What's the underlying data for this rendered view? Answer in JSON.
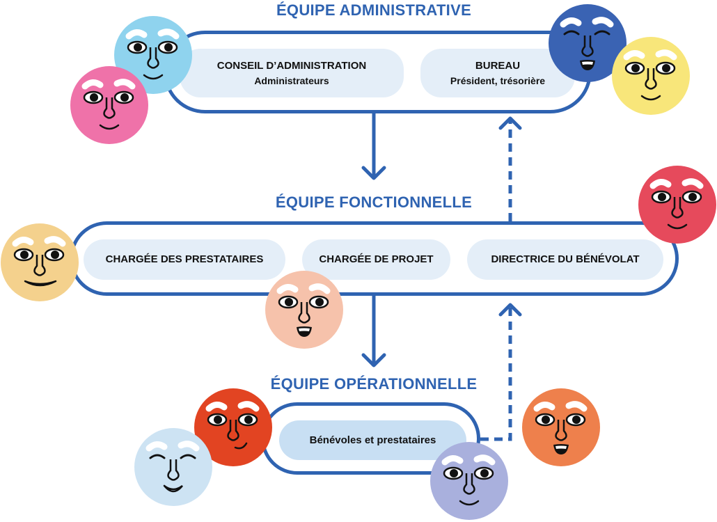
{
  "teams": {
    "administrative": {
      "title": "ÉQUIPE ADMINISTRATIVE",
      "conseil": {
        "title": "CONSEIL D’ADMINISTRATION",
        "subtitle": "Administrateurs"
      },
      "bureau": {
        "title": "BUREAU",
        "subtitle": "Président, trésorière"
      }
    },
    "fonctionnelle": {
      "title": "ÉQUIPE FONCTIONNELLE",
      "roles": [
        "CHARGÉE DES PRESTATAIRES",
        "CHARGÉE DE PROJET",
        "DIRECTRICE DU BÉNÉVOLAT"
      ]
    },
    "operationnelle": {
      "title": "ÉQUIPE OPÉRATIONNELLE",
      "members": "Bénévoles et prestataires"
    }
  },
  "colors": {
    "accent": "#2f63b1",
    "pill": "#e4eef8",
    "pill_operational": "#c8dff3",
    "faces": {
      "light-blue": "#8fd3ee",
      "pink": "#ef72a9",
      "dark-blue": "#3a63b3",
      "yellow": "#f8e67a",
      "red": "#e64a5c",
      "light-orange": "#f4d18d",
      "peach": "#f6c2ab",
      "orange-red": "#e24422",
      "pale-blue": "#cde3f3",
      "lavender": "#a9b0dd",
      "orange": "#ee804c"
    }
  },
  "icons": {
    "arrow_down": "arrow-down-icon",
    "arrow_up_dashed": "dashed-arrow-up-icon",
    "face": "face-icon"
  }
}
